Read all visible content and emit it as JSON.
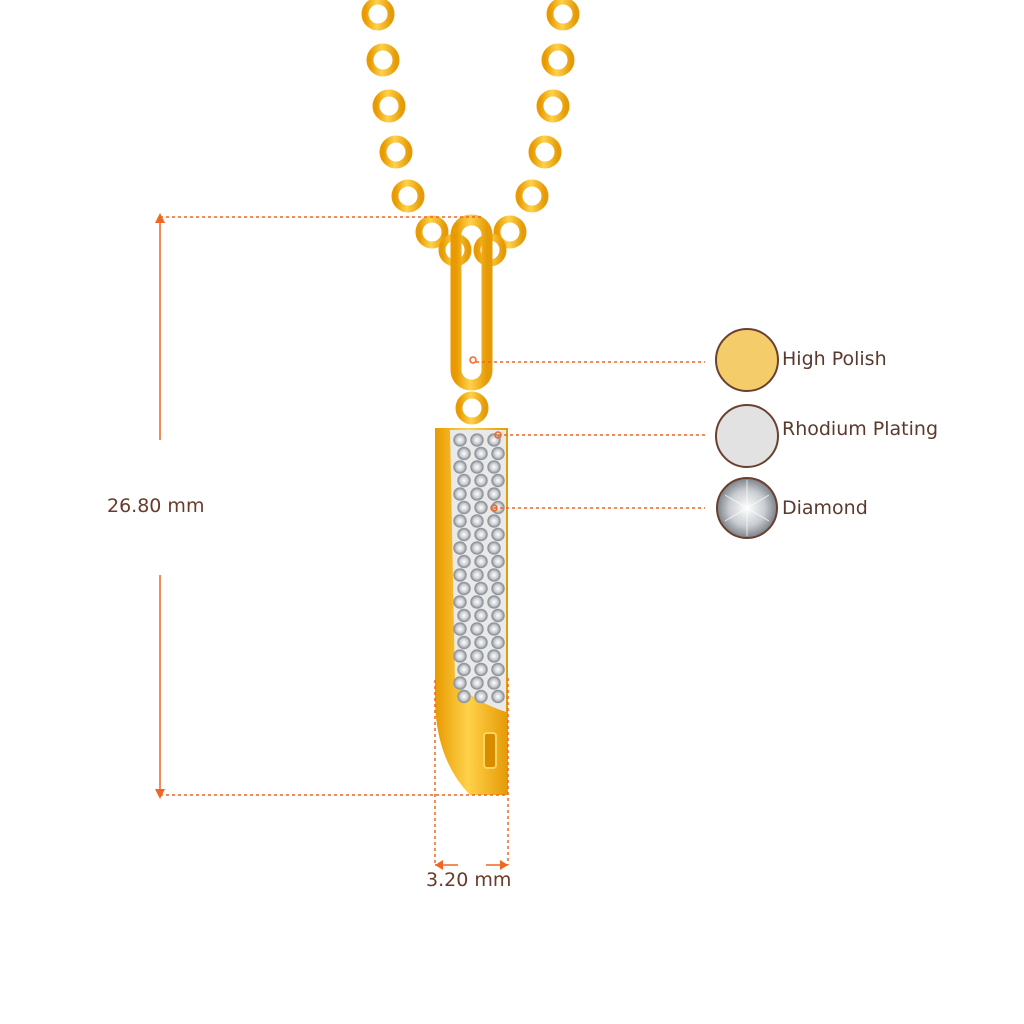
{
  "dimensions": {
    "height_label": "26.80 mm",
    "width_label": "3.20 mm"
  },
  "legend": [
    {
      "label": "High Polish",
      "swatch": "#f5cc6a"
    },
    {
      "label": "Rhodium Plating",
      "swatch": "#e2e2e2"
    },
    {
      "label": "Diamond",
      "swatch": "#cfd2d6"
    }
  ],
  "colors": {
    "gold": "#f2b21c",
    "gold_dark": "#d58a00",
    "dimension_line": "#f26522",
    "text": "#5a3a2e",
    "swatch_border": "#6b4030"
  }
}
